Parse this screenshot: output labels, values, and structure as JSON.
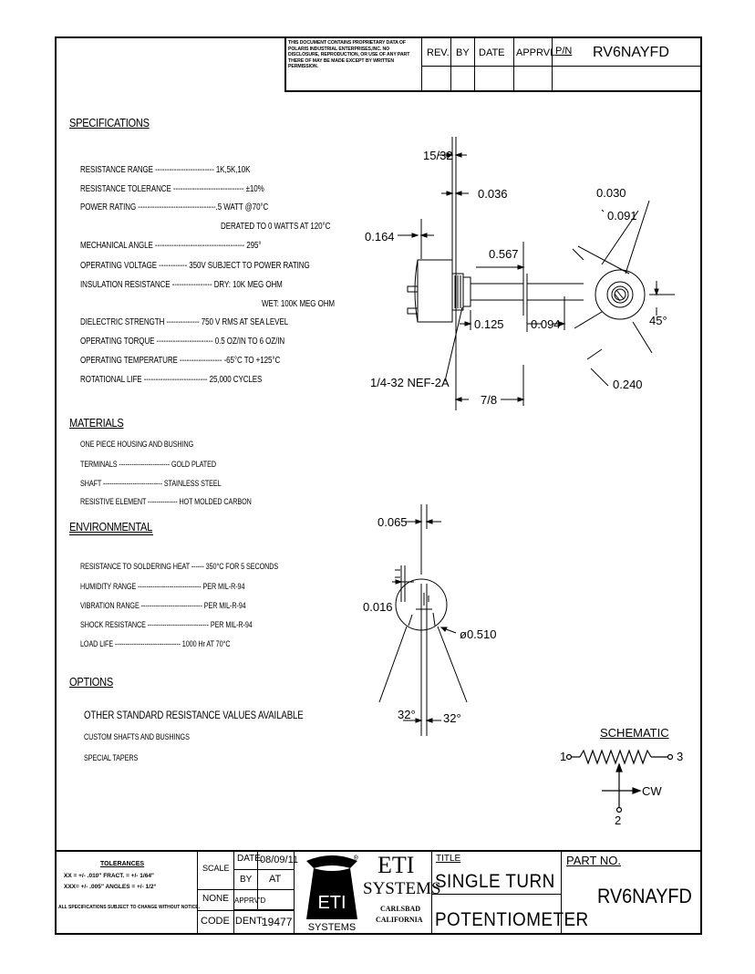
{
  "header": {
    "notice": "THIS DOCUMENT CONTAINS PROPRIETARY DATA OF POLARIS INDUSTRIAL ENTERPRISES,INC. NO DISCLOSURE, REPRODUCTION, OR USE OF ANY PART THERE OF MAY BE MADE EXCEPT BY WRITTEN PERMISSION.",
    "rev": "REV.",
    "by": "BY",
    "date": "DATE",
    "apprvl": "APPRVL.",
    "pn_label": "P/N",
    "pn_value": "RV6NAYFD"
  },
  "specifications": {
    "title": "SPECIFICATIONS",
    "rows": [
      {
        "label": "RESISTANCE RANGE",
        "value": "1K,5K,10K"
      },
      {
        "label": "RESISTANCE TOLERANCE",
        "value": "±10%"
      },
      {
        "label": "POWER RATING",
        "value": ".5 WATT @70°C"
      },
      {
        "label": "",
        "value": "DERATED TO 0 WATTS AT 120°C"
      },
      {
        "label": "MECHANICAL ANGLE",
        "value": "295°"
      },
      {
        "label": "OPERATING VOLTAGE",
        "value": "350V SUBJECT TO POWER RATING"
      },
      {
        "label": "INSULATION RESISTANCE",
        "value": "DRY: 10K MEG OHM"
      },
      {
        "label": "",
        "value": "WET: 100K MEG OHM"
      },
      {
        "label": "DIELECTRIC STRENGTH",
        "value": "750 V RMS AT SEA LEVEL"
      },
      {
        "label": "OPERATING TORQUE",
        "value": "0.5 OZ/IN TO 6 OZ/IN"
      },
      {
        "label": "OPERATING TEMPERATURE",
        "value": "-65°C TO +125°C"
      },
      {
        "label": "ROTATIONAL LIFE",
        "value": "25,000 CYCLES"
      }
    ]
  },
  "materials": {
    "title": "MATERIALS",
    "intro": "ONE PIECE HOUSING AND BUSHING",
    "rows": [
      {
        "label": "TERMINALS",
        "value": "GOLD PLATED"
      },
      {
        "label": "SHAFT",
        "value": "STAINLESS STEEL"
      },
      {
        "label": "RESISTIVE ELEMENT",
        "value": "HOT MOLDED CARBON"
      }
    ]
  },
  "environmental": {
    "title": "ENVIRONMENTAL",
    "rows": [
      {
        "label": "RESISTANCE TO SOLDERING HEAT",
        "value": "350°C FOR 5 SECONDS"
      },
      {
        "label": "HUMIDITY RANGE",
        "value": "PER MIL-R-94"
      },
      {
        "label": "VIBRATION RANGE",
        "value": "PER MIL-R-94"
      },
      {
        "label": "SHOCK RESISTANCE",
        "value": "PER MIL-R-94"
      },
      {
        "label": "LOAD LIFE",
        "value": "1000 Hr AT 70°C"
      }
    ]
  },
  "options": {
    "title": "OPTIONS",
    "items": [
      "OTHER STANDARD RESISTANCE VALUES AVAILABLE",
      "CUSTOM SHAFTS AND BUSHINGS",
      "SPECIAL TAPERS"
    ]
  },
  "drawing": {
    "d_15_32": "15/32",
    "d_0036": "0.036",
    "d_0164": "0.164",
    "d_0567": "0.567",
    "d_0125": "0.125",
    "d_0094": "0.094",
    "d_thread": "1/4-32 NEF-2A",
    "d_7_8": "7/8",
    "d_0030": "0.030",
    "d_0091": "0.091",
    "d_45": "45°",
    "d_0240": "0.240",
    "d_0065": "0.065",
    "d_0016": "0.016",
    "d_0510": "ø0.510",
    "d_32a": "32°",
    "d_32b": "32°"
  },
  "schematic": {
    "title": "SCHEMATIC",
    "pin1": "1",
    "pin3": "3",
    "pin2": "2",
    "cw": "CW"
  },
  "titleblock": {
    "tolerances_title": "TOLERANCES",
    "tol_line1": "XX = +/- .010\"  FRACT. = +/- 1/64\"",
    "tol_line2": "XXX= +/- .005\"  ANGLES = +/- 1/2°",
    "tol_line3": "ALL SPECIFICATIONS SUBJECT TO CHANGE WITHOUT NOTICE.",
    "scale": "SCALE",
    "scale_value": "NONE",
    "date_label": "DATE:",
    "date_value": "08/09/11",
    "by_label": "BY",
    "by_value": "AT",
    "apprvd": "APPRV'D",
    "code_ident": "CODE IDENT:",
    "code_value": "19477",
    "logo_text": "ETI",
    "logo_sub": "SYSTEMS",
    "company_1": "ETI",
    "company_2": "SYSTEMS",
    "company_3": "CARLSBAD",
    "company_4": "CALIFORNIA",
    "title_label": "TITLE",
    "title_1": "SINGLE TURN",
    "title_2": "POTENTIOMETER",
    "part_label": "PART NO.",
    "part_value": "RV6NAYFD"
  }
}
